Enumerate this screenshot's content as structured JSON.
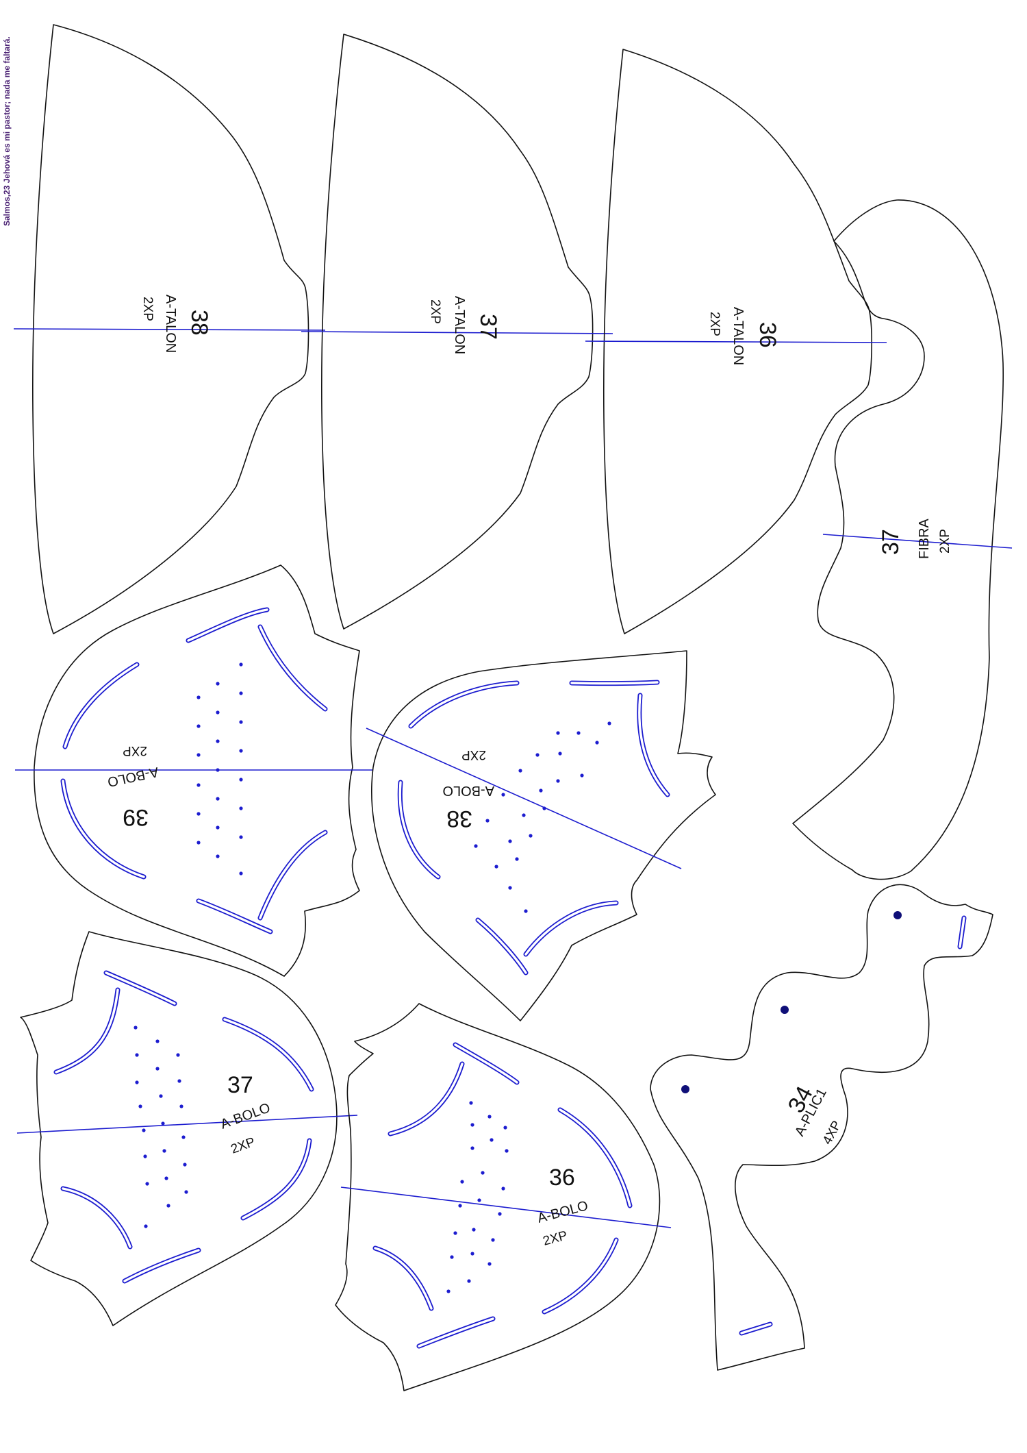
{
  "sheet_note": "Salmos,23 Jehová es mi pastor; nada me faltará.",
  "colors": {
    "outline": "#111111",
    "guide": "#1c1ccf",
    "note": "#4a2173"
  },
  "pieces": [
    {
      "id": "talon-38",
      "size": "38",
      "name": "A-TALON",
      "qty": "2XP"
    },
    {
      "id": "talon-37",
      "size": "37",
      "name": "A-TALON",
      "qty": "2XP"
    },
    {
      "id": "talon-36",
      "size": "36",
      "name": "A-TALON",
      "qty": "2XP"
    },
    {
      "id": "fibra-37",
      "size": "37",
      "name": "FIBRA",
      "qty": "2XP"
    },
    {
      "id": "bolo-39",
      "size": "39",
      "name": "A-BOLO",
      "qty": "2XP"
    },
    {
      "id": "bolo-38",
      "size": "38",
      "name": "A-BOLO",
      "qty": "2XP"
    },
    {
      "id": "bolo-37",
      "size": "37",
      "name": "A-BOLO",
      "qty": "2XP"
    },
    {
      "id": "bolo-36",
      "size": "36",
      "name": "A-BOLO",
      "qty": "2XP"
    },
    {
      "id": "aplic-34",
      "size": "34",
      "name": "A-PLIC1",
      "qty": "4XP"
    }
  ]
}
